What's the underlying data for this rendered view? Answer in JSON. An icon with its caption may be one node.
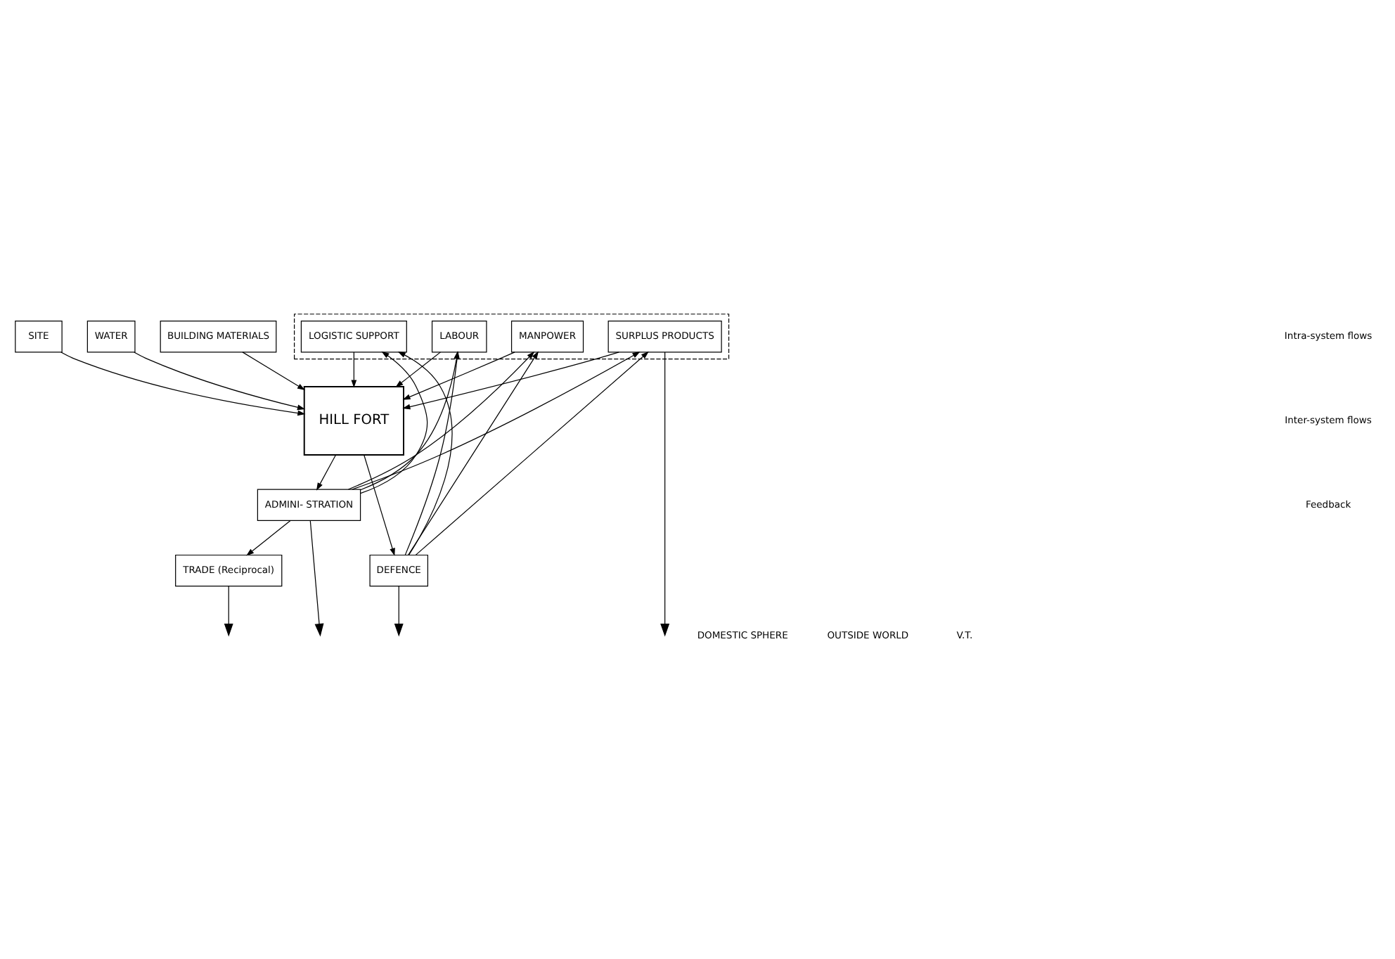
{
  "diagram": {
    "nodes": [
      {
        "text": [
          "SITE"
        ]
      },
      {
        "text": [
          "WATER"
        ]
      },
      {
        "text": [
          "BUILDING MATERIALS"
        ]
      },
      {
        "text": [
          "HILL FORT"
        ]
      },
      {
        "text": [],
        "shape": "box"
      },
      {
        "text": [
          "MANPOWER"
        ],
        "in": 4
      },
      {
        "text": [
          "LABOUR"
        ],
        "in": 4
      },
      {
        "text": [
          "LOGISTIC SUPPORT"
        ],
        "in": 4
      },
      {
        "text": [
          "SURPLUS PRODUCTS"
        ],
        "in": 4
      },
      {
        "text": [
          "TRADE (Reciprocal)"
        ]
      },
      {
        "text": [
          "ADMINI- STRATION"
        ]
      },
      {
        "text": [
          "DEFENCE"
        ]
      }
    ],
    "edges": [
      {
        "from": 0,
        "to": 3,
        "arrow": "to"
      },
      {
        "from": 1,
        "to": 3,
        "arrow": "to"
      },
      {
        "from": 2,
        "to": 3,
        "arrow": "to"
      },
      {
        "from": 5,
        "to": 3,
        "arrow": "to"
      },
      {
        "from": 6,
        "to": 3,
        "arrow": "to"
      },
      {
        "from": 7,
        "to": 3,
        "arrow": "to"
      },
      {
        "from": 8,
        "to": 3,
        "arrow": "to"
      },
      {
        "from": 3,
        "to": 10,
        "arrow": "to"
      },
      {
        "from": 3,
        "to": 11,
        "arrow": "to"
      },
      {
        "from": 10,
        "to": 9,
        "arrow": "to"
      },
      {
        "from": 10,
        "to": 5,
        "arrow": "to"
      },
      {
        "from": 10,
        "to": 6,
        "arrow": "to"
      },
      {
        "from": 10,
        "to": 7,
        "arrow": "to"
      },
      {
        "from": 10,
        "to": 8,
        "arrow": "to"
      },
      {
        "from": 11,
        "to": 5,
        "arrow": "to"
      },
      {
        "from": 11,
        "to": 6,
        "arrow": "to"
      },
      {
        "from": 11,
        "to": 7,
        "arrow": "to"
      },
      {
        "from": 11,
        "to": 8,
        "arrow": "to"
      },
      {
        "from": 9,
        "to": null,
        "arrow": "to"
      },
      {
        "from": 10,
        "to": null,
        "arrow": "to"
      },
      {
        "from": 11,
        "to": null,
        "arrow": "to"
      },
      {
        "from": 8,
        "to": null,
        "arrow": "to"
      }
    ],
    "labels": [
      "DOMESTIC SPHERE",
      "OUTSIDE WORLD",
      "V.T."
    ],
    "legend": [
      {
        "text": "Intra-system flows"
      },
      {
        "text": "Inter-system flows"
      },
      {
        "text": "Feedback"
      }
    ]
  }
}
